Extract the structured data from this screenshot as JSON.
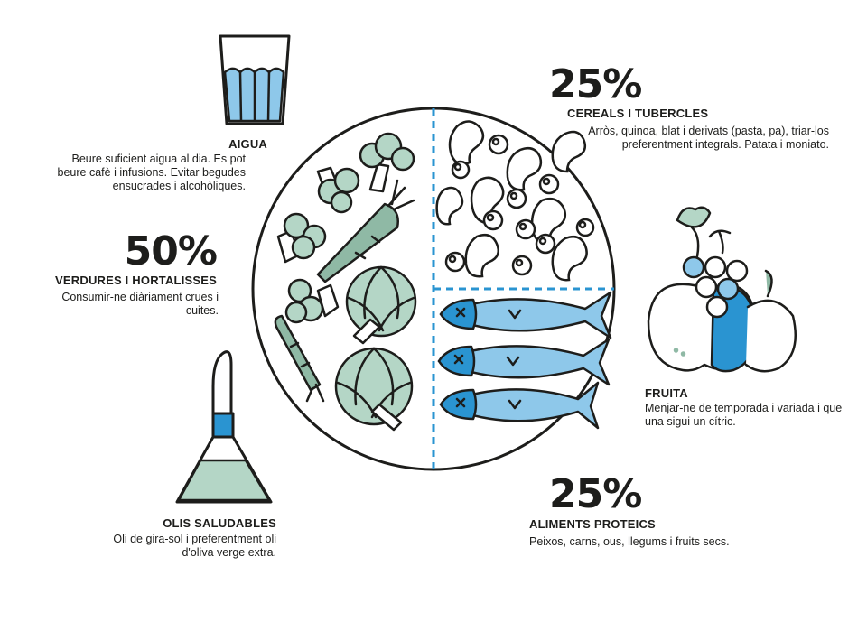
{
  "colors": {
    "outline": "#1d1d1b",
    "blue": "#8ec8ea",
    "darkblue": "#2a94d1",
    "green": "#b4d6c6",
    "dash": "#2a94d1"
  },
  "water": {
    "heading": "AIGUA",
    "text": "Beure suficient aigua al dia. Es pot beure cafè i infusions. Evitar begudes ensucrades i alcohòliques."
  },
  "vegetables": {
    "percent": "50%",
    "heading": "VERDURES I HORTALISSES",
    "text": "Consumir-ne diàriament crues i cuites."
  },
  "oils": {
    "heading": "OLIS SALUDABLES",
    "text": "Oli de gira-sol i preferentment oli d'oliva verge extra."
  },
  "cereals": {
    "percent": "25%",
    "heading": "CEREALS I TUBERCLES",
    "text": "Arròs, quinoa, blat i derivats (pasta, pa), triar-los preferentment integrals. Patata i moniato."
  },
  "fruit": {
    "heading": "FRUITA",
    "text": "Menjar-ne de temporada i variada i que una sigui un cítric."
  },
  "protein": {
    "percent": "25%",
    "heading": "ALIMENTS PROTEICS",
    "text": "Peixos, carns, ous, llegums i fruits secs."
  }
}
